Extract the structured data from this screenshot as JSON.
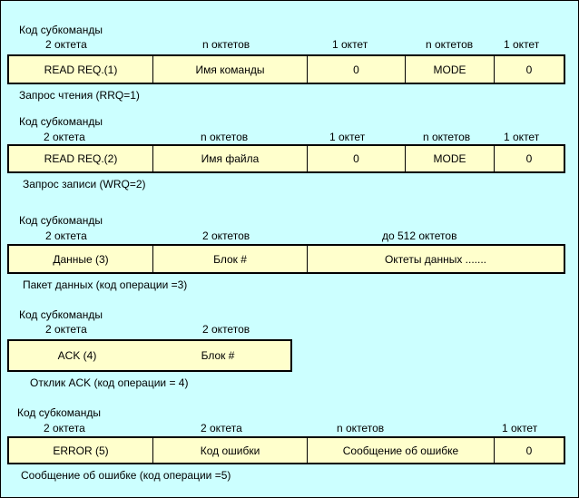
{
  "packets": [
    {
      "title": "Код субкоманды",
      "sizes": [
        "2 октета",
        "n октетов",
        "1 октет",
        "n октетов",
        "1 октет"
      ],
      "fields": [
        "READ REQ.(1)",
        "Имя команды",
        "0",
        "MODE",
        "0"
      ],
      "caption": "Запрос чтения (RRQ=1)"
    },
    {
      "title": "Код субкоманды",
      "sizes": [
        "2 октета",
        "n октетов",
        "1 октет",
        "n октетов",
        "1 октет"
      ],
      "fields": [
        "READ REQ.(2)",
        "Имя файла",
        "0",
        "MODE",
        "0"
      ],
      "caption": "Запрос записи (WRQ=2)"
    },
    {
      "title": "Код субкоманды",
      "sizes": [
        "2 октета",
        "2 октетов",
        "до 512 октетов"
      ],
      "fields": [
        "Данные (3)",
        "Блок #",
        "Октеты данных   ......."
      ],
      "caption": "Пакет данных (код операции =3)"
    },
    {
      "title": "Код субкоманды",
      "sizes": [
        "2 октета",
        "2 октетов"
      ],
      "fields": [
        "ACK (4)",
        "Блок  #"
      ],
      "caption": "Отклик ACK (код операции = 4)"
    },
    {
      "title": "Код субкоманды",
      "sizes": [
        "2 октета",
        "2 октета",
        "n октетов",
        "1 октет"
      ],
      "fields": [
        "ERROR  (5)",
        "Код ошибки",
        "Сообщение об ошибке",
        "0"
      ],
      "caption": "Сообщение об ошибке (код операции =5)"
    }
  ]
}
